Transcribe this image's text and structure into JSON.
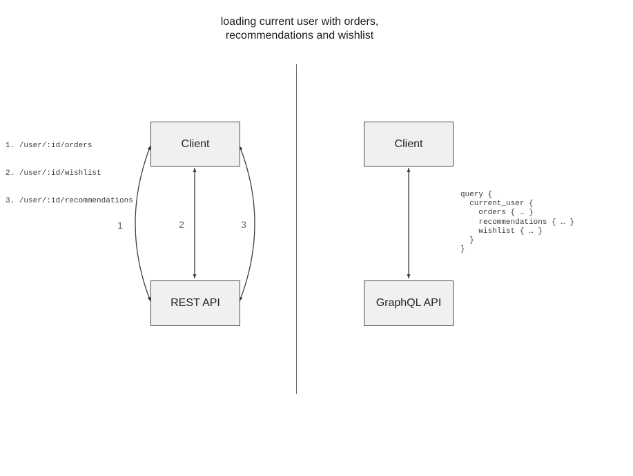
{
  "title": "loading current user with orders,\nrecommendations and wishlist",
  "left_panel": {
    "endpoints": [
      "1. /user/:id/orders",
      "2. /user/:id/wishlist",
      "3. /user/:id/recommendations"
    ],
    "client_box_label": "Client",
    "api_box_label": "REST API",
    "arrow_labels": [
      "1",
      "2",
      "3"
    ]
  },
  "right_panel": {
    "client_box_label": "Client",
    "api_box_label": "GraphQL API",
    "query": "query {\n  current_user {\n    orders { … }\n    recommendations { … }\n    wishlist { … }\n  }\n}"
  },
  "colors": {
    "title_text": "#1a1a1a",
    "box_fill": "#f0f0f0",
    "box_border": "#4a4a4a",
    "arrow": "#3d3d3d",
    "label": "#666666",
    "mono_text": "#3a3a3a",
    "divider": "#6b6b6b"
  }
}
